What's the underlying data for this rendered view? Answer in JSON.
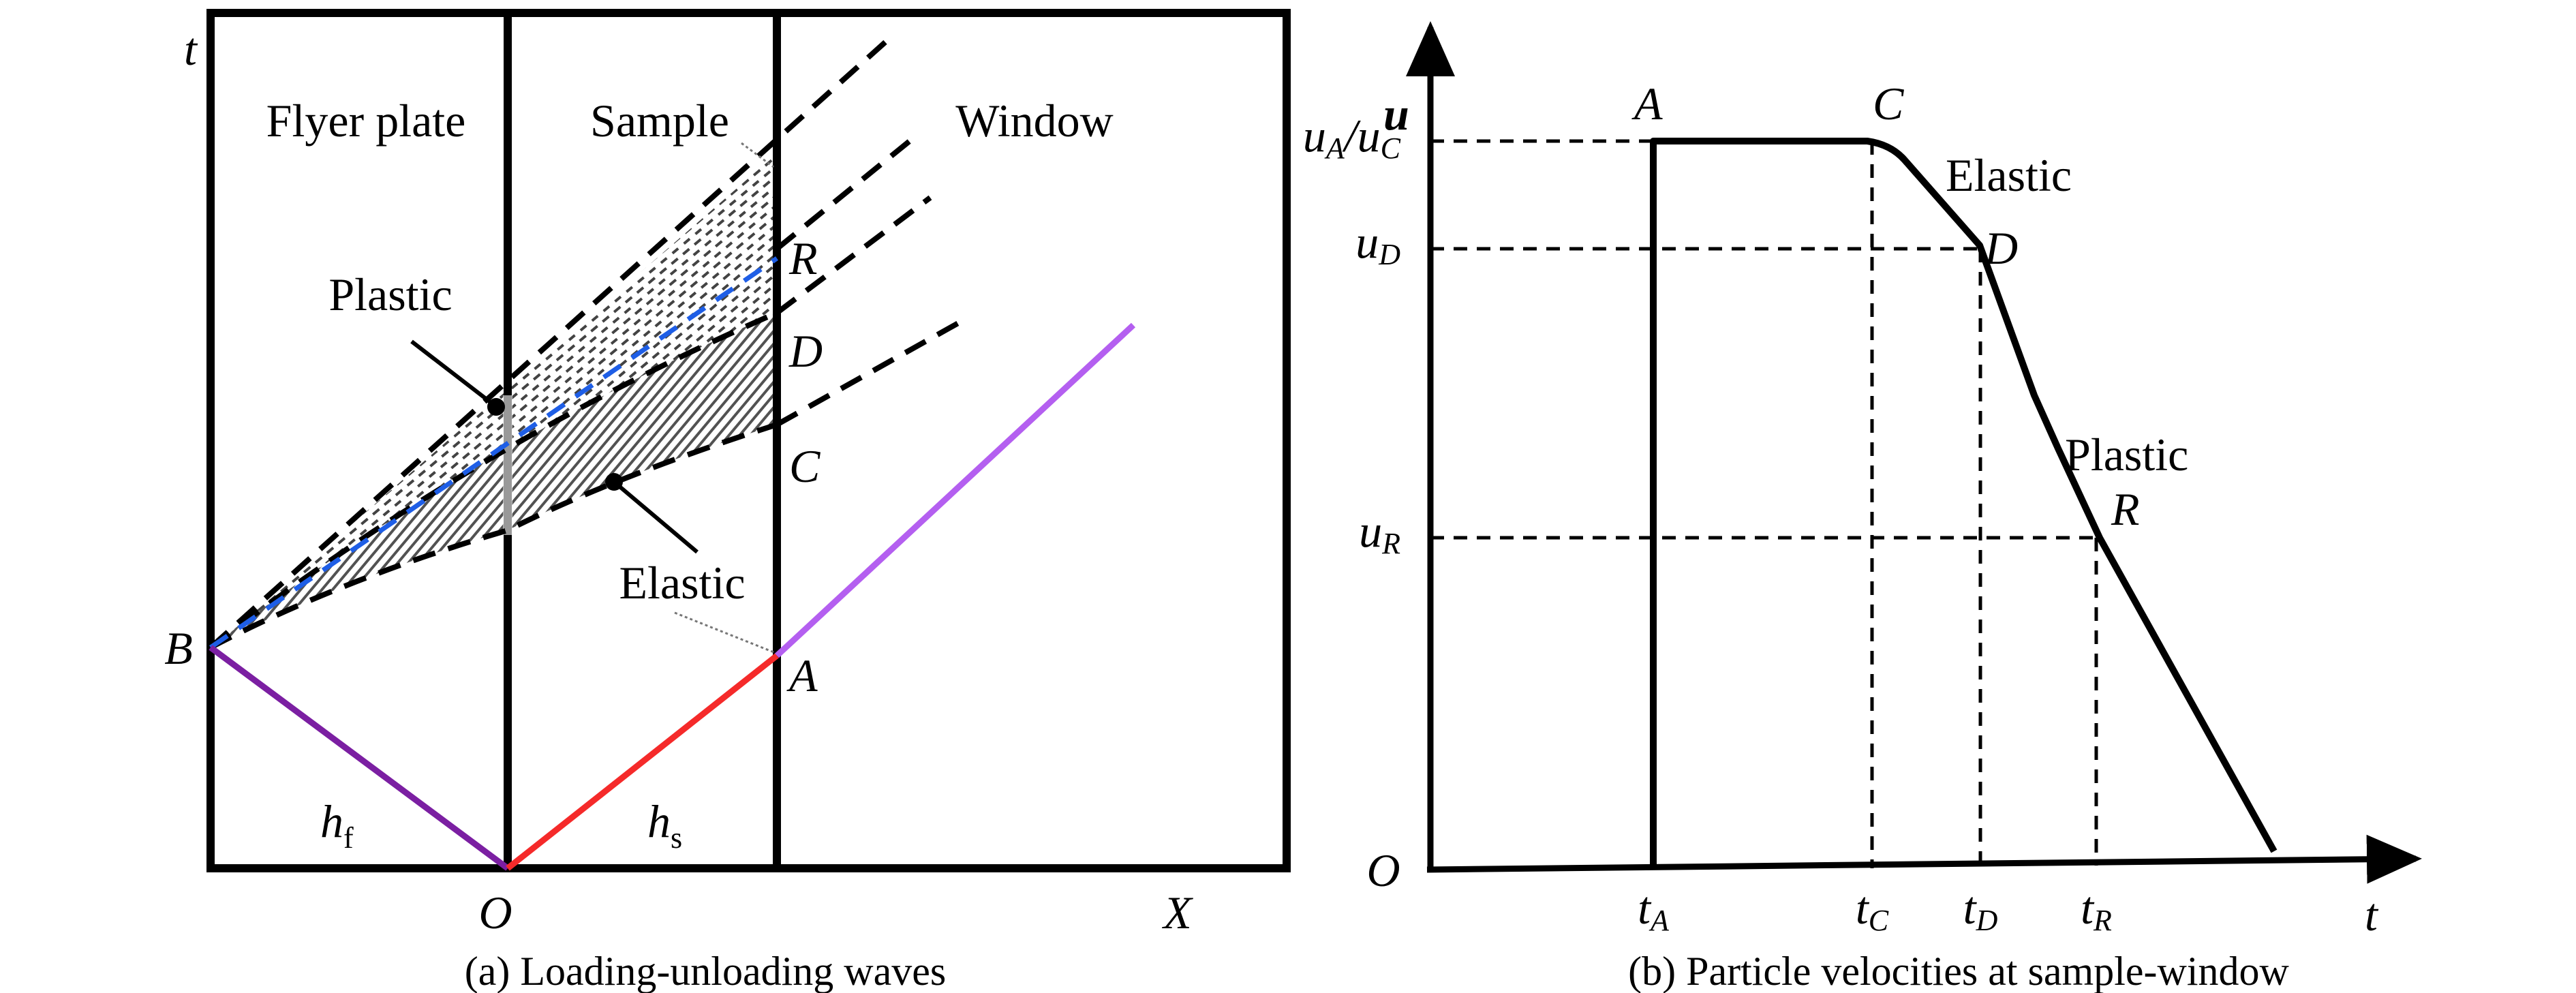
{
  "panel_a": {
    "caption": "(a) Loading-unloading waves",
    "regions": {
      "flyer": "Flyer plate",
      "sample": "Sample",
      "window": "Window"
    },
    "axis_t": "t",
    "axis_x": "X",
    "origin": "O",
    "points": {
      "A": "A",
      "B": "B",
      "C": "C",
      "D": "D",
      "R": "R"
    },
    "plastic_label": "Plastic",
    "elastic_label": "Elastic",
    "h_f": {
      "main": "h",
      "sub": "f"
    },
    "h_s": {
      "main": "h",
      "sub": "s"
    },
    "colors": {
      "flyer_wave": "#7b1fa2",
      "sample_wave": "#f52a2a",
      "window_wave": "#b45ff0",
      "center_wave": "#1e5ee6"
    }
  },
  "panel_b": {
    "caption": "(b) Particle velocities at sample-window",
    "axis_u": "u",
    "axis_t": "t",
    "origin": "O",
    "points": {
      "A": "A",
      "C": "C",
      "D": "D",
      "R": "R"
    },
    "elastic_label": "Elastic",
    "plastic_label": "Plastic",
    "y_ticks": {
      "uAuC": {
        "u1": "u",
        "s1": "A",
        "slash": "/",
        "u2": "u",
        "s2": "C"
      },
      "uD": {
        "u": "u",
        "s": "D"
      },
      "uR": {
        "u": "u",
        "s": "R"
      }
    },
    "x_ticks": {
      "tA": {
        "t": "t",
        "s": "A"
      },
      "tC": {
        "t": "t",
        "s": "C"
      },
      "tD": {
        "t": "t",
        "s": "D"
      },
      "tR": {
        "t": "t",
        "s": "R"
      }
    }
  }
}
